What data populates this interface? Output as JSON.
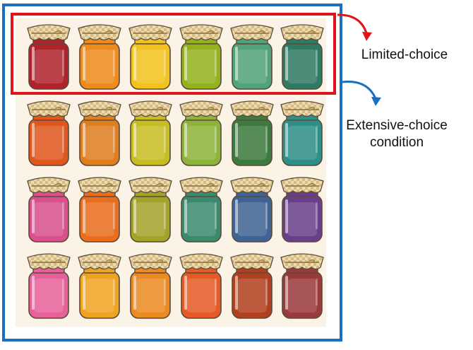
{
  "labels": {
    "limited": "Limited-choice",
    "extensive_line1": "Extensive-choice",
    "extensive_line2": "condition"
  },
  "colors": {
    "limited_frame": "#e0151c",
    "extensive_frame": "#1a6fc1",
    "backdrop": "#fbf3e6",
    "lid": "#e9d6a6",
    "lid_check": "#c8a86a",
    "outline": "#5a4a3a"
  },
  "jar_rows": [
    [
      "#b0232b",
      "#ef8a1d",
      "#f2c31c",
      "#93b21e",
      "#52a27a",
      "#2f7a63"
    ],
    [
      "#e0561f",
      "#de7e1f",
      "#c7bd22",
      "#8db33a",
      "#3c7a3e",
      "#2e8e88"
    ],
    [
      "#d9508c",
      "#e96d1c",
      "#a2a42a",
      "#3b8a6d",
      "#3f6393",
      "#6a3f8a"
    ],
    [
      "#e8609a",
      "#f0a321",
      "#ec8a21",
      "#e65a26",
      "#b2401e",
      "#9a3a3c"
    ]
  ]
}
